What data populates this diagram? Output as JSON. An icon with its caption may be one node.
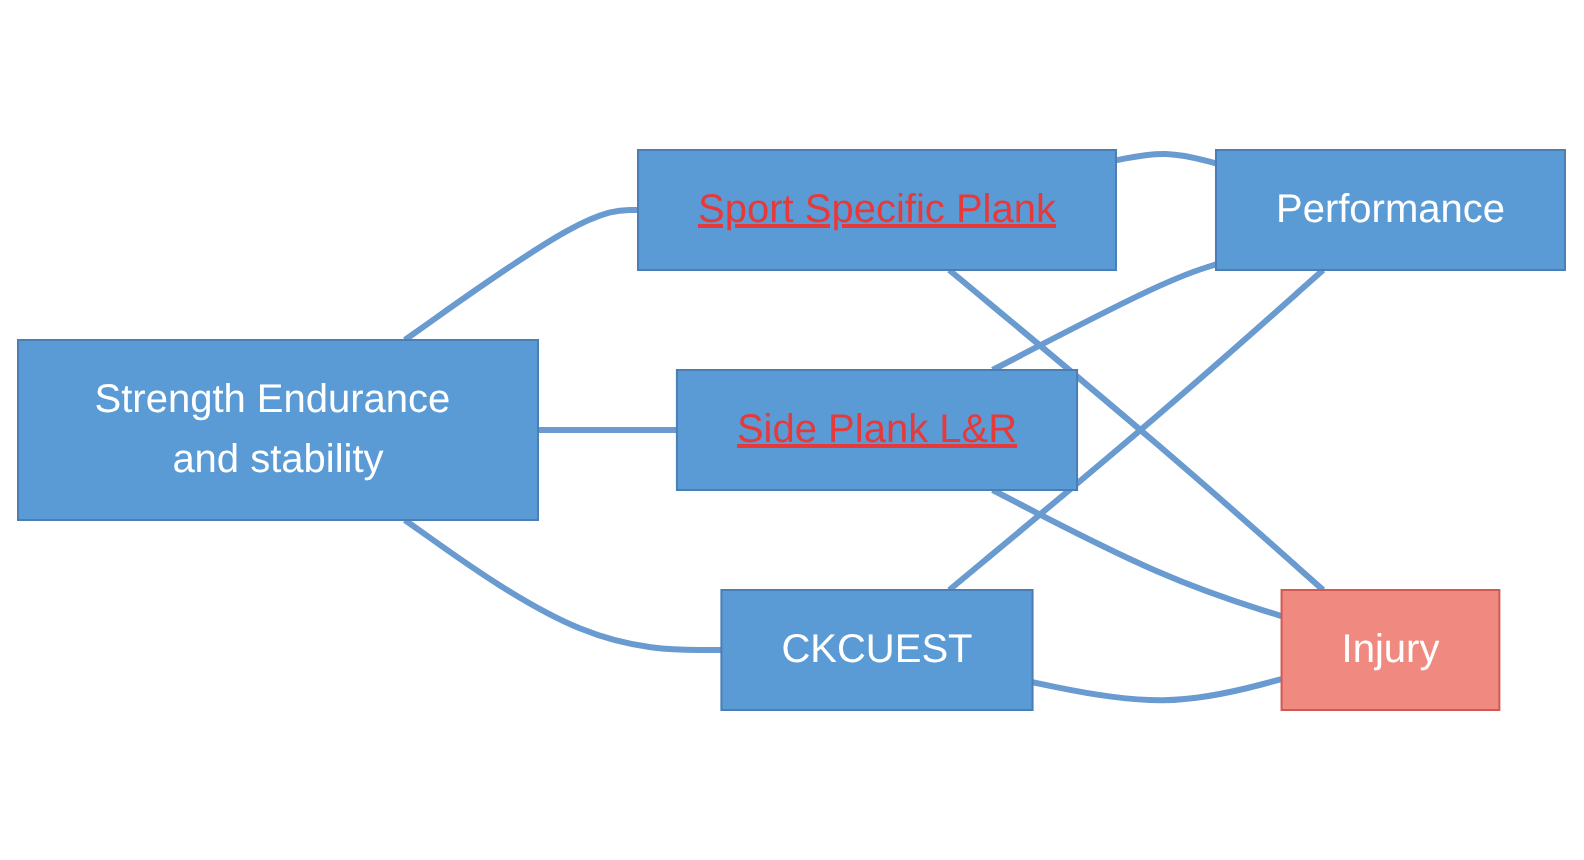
{
  "diagram": {
    "nodes": [
      {
        "text": [
          "Strength Endurance and stability"
        ]
      },
      {
        "text": [
          "Sport Specific Plank"
        ]
      },
      {
        "text": [
          "Side Plank L&R"
        ]
      },
      {
        "text": [
          "CKCUEST"
        ]
      },
      {
        "text": [
          "Performance"
        ]
      },
      {
        "text": [
          "Injury"
        ]
      }
    ],
    "edges": [
      {
        "from": 0,
        "to": 1,
        "arrow": "none"
      },
      {
        "from": 0,
        "to": 2,
        "arrow": "none"
      },
      {
        "from": 0,
        "to": 3,
        "arrow": "none"
      },
      {
        "from": 1,
        "to": 4,
        "arrow": "none"
      },
      {
        "from": 2,
        "to": 4,
        "arrow": "none"
      },
      {
        "from": 3,
        "to": 4,
        "arrow": "none"
      },
      {
        "from": 1,
        "to": 5,
        "arrow": "none"
      },
      {
        "from": 2,
        "to": 5,
        "arrow": "none"
      },
      {
        "from": 3,
        "to": 5,
        "arrow": "none"
      }
    ]
  }
}
